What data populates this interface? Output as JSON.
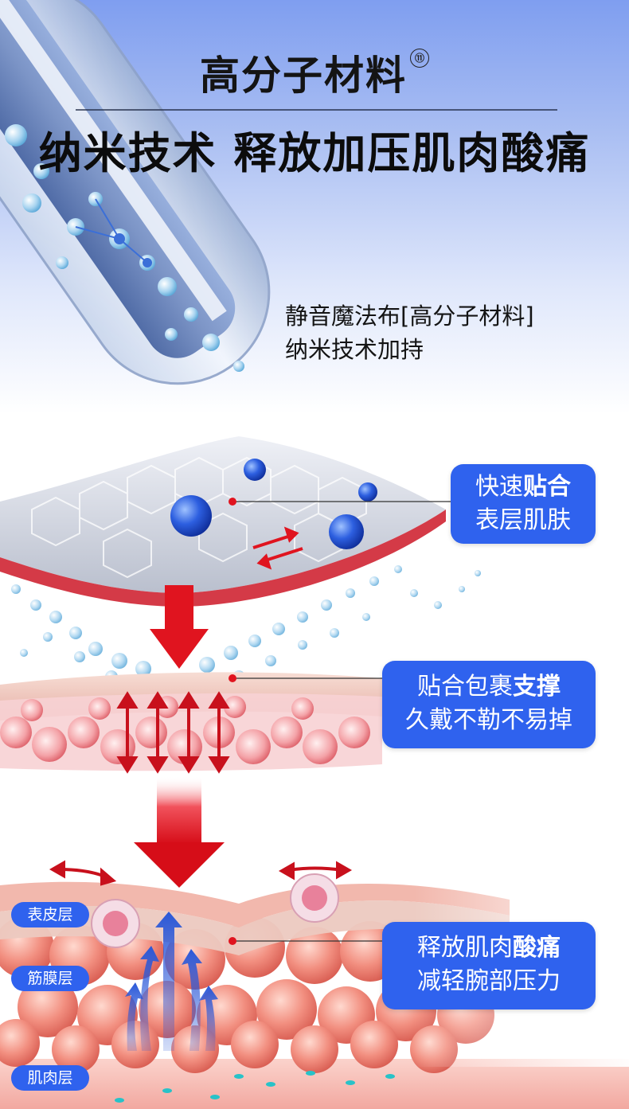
{
  "header": {
    "title": "高分子材料",
    "footnote_mark": "⑪",
    "headline": "纳米技术 释放加压肌肉酸痛"
  },
  "material_description": {
    "line1": "静音魔法布[高分子材料]",
    "line2": "纳米技术加持"
  },
  "callouts": [
    {
      "normal": "快速",
      "bold": "贴合",
      "line2": "表层肌肤"
    },
    {
      "normal": "贴合包裹",
      "bold": "支撑",
      "line2": "久戴不勒不易掉"
    },
    {
      "normal": "释放肌肉",
      "bold": "酸痛",
      "line2": "减轻腕部压力"
    }
  ],
  "layers": {
    "epidermis": "表皮层",
    "fascia": "筋膜层",
    "muscle": "肌肉层"
  },
  "colors": {
    "accent_blue": "#2f62ee",
    "arrow_red": "#e0141f",
    "bg_top": "#7f9ef0"
  }
}
